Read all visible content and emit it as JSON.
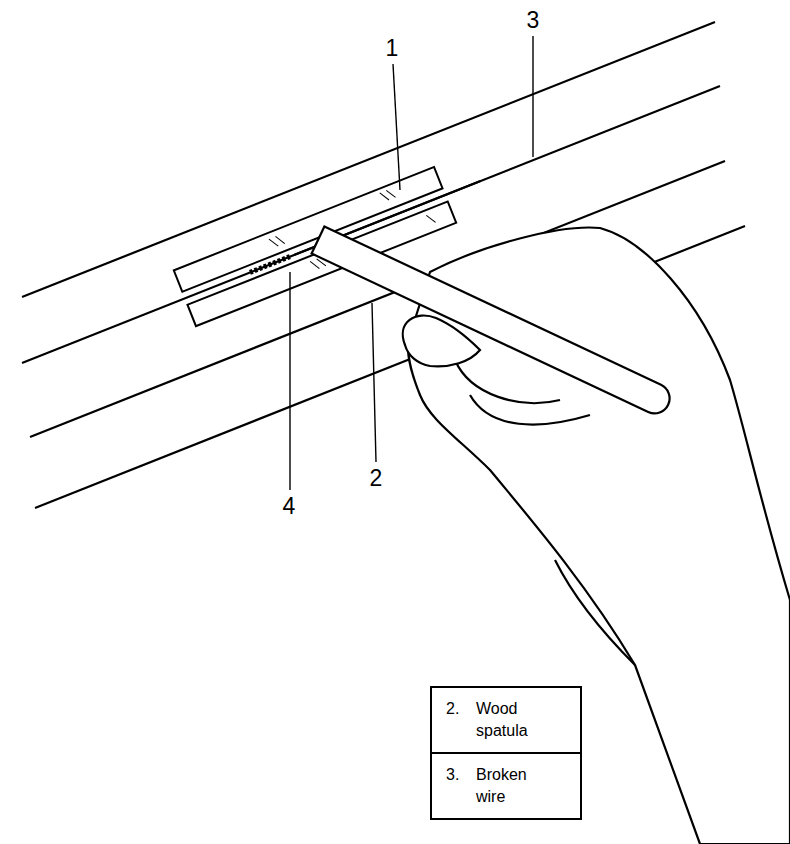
{
  "diagram": {
    "labels": [
      "3",
      "1",
      "4",
      "2",
      "2.",
      "Wood spatula",
      "3.",
      "Broken wire"
    ]
  }
}
